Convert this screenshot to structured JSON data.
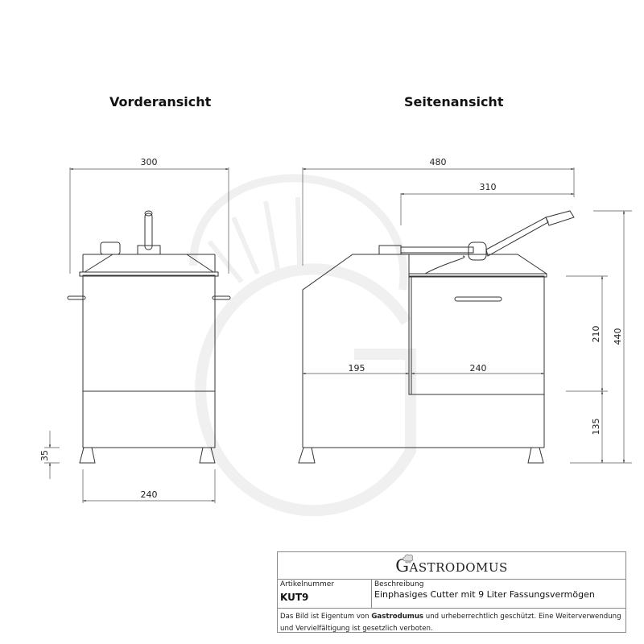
{
  "views": {
    "front": {
      "title": "Vorderansicht",
      "dims": {
        "width_total": "300",
        "width_feet": "240",
        "foot_height": "35"
      }
    },
    "side": {
      "title": "Seitenansicht",
      "dims": {
        "depth_total": "480",
        "lever_span": "310",
        "front_section": "195",
        "bowl_depth": "240",
        "bowl_height": "210",
        "base_height": "135",
        "height_total": "440"
      }
    }
  },
  "info_box": {
    "brand": "Gastrodomus",
    "brand_first": "G",
    "brand_rest": "ASTRODOMUS",
    "article_label": "Artikelnummer",
    "article_number": "KUT9",
    "description_label": "Beschreibung",
    "description": "Einphasiges Cutter mit 9 Liter Fassungsvermögen",
    "note_pre": "Das Bild ist Eigentum von ",
    "note_brand": "Gastrodumus",
    "note_post": " und urheberrechtlich geschützt. Eine Weiterverwendung und Vervielfältigung ist gesetzlich verboten."
  },
  "colors": {
    "line": "#333333",
    "dim_line": "#555555",
    "watermark": "#f1f1f1",
    "border": "#8a8a8a"
  }
}
